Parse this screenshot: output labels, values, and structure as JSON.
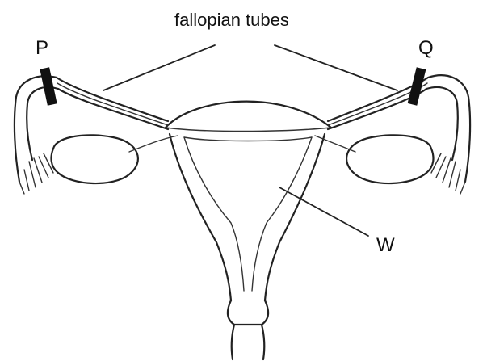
{
  "labels": {
    "tubes": "fallopian tubes",
    "p": "P",
    "q": "Q",
    "w": "W"
  },
  "colors": {
    "ink": "#222222",
    "background": "#ffffff",
    "clip": "#111111"
  }
}
